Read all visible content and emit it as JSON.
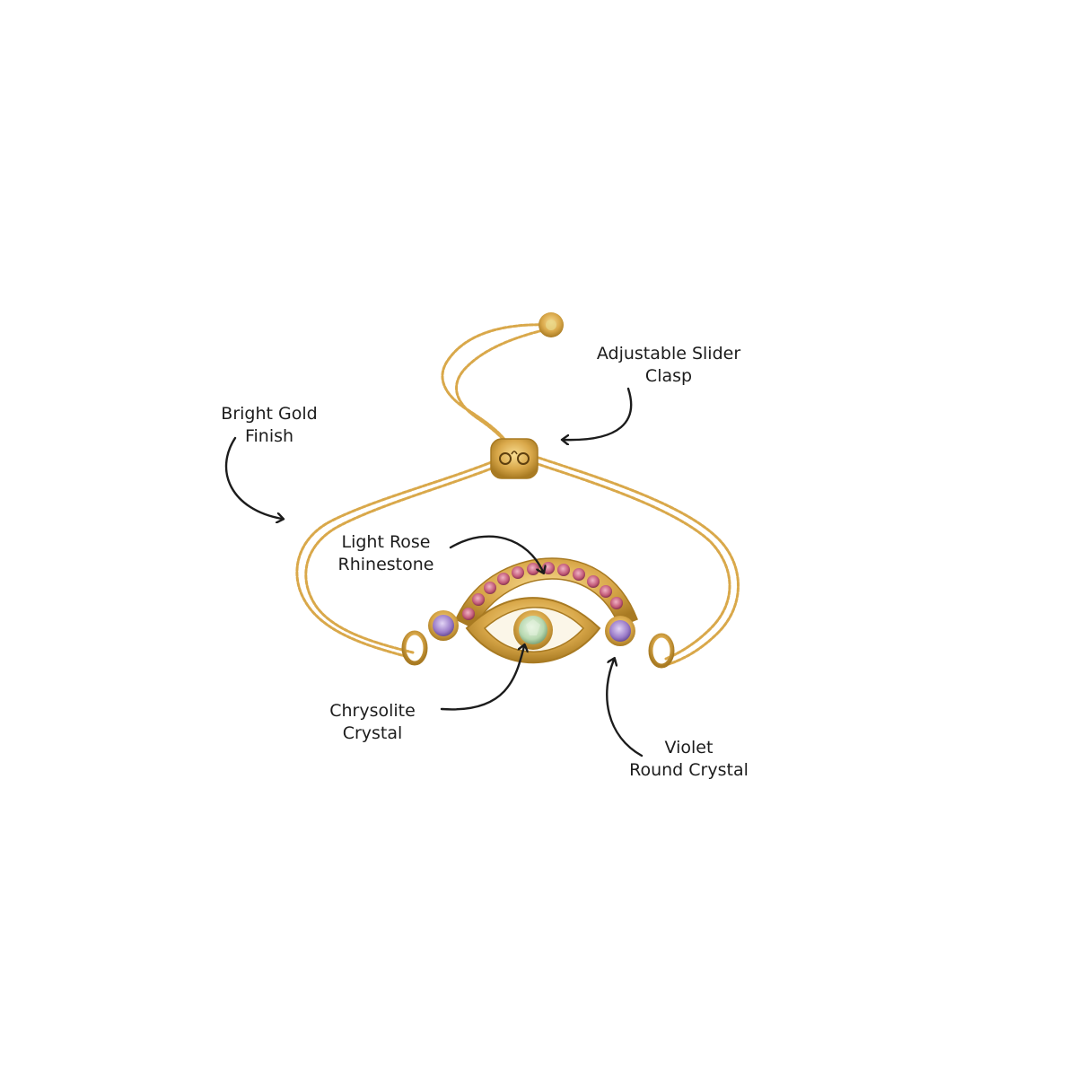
{
  "product": {
    "colors": {
      "background": "#ffffff",
      "gold": "#d9a84a",
      "gold_dark": "#a87a22",
      "rose": "#c25a78",
      "violet": "#9b7cc9",
      "chrysolite": "#b7d8b0",
      "ink": "#1c1c1c"
    }
  },
  "annotations": {
    "clasp": {
      "line1": "Adjustable Slider",
      "line2": "Clasp"
    },
    "gold": {
      "line1": "Bright Gold",
      "line2": "Finish"
    },
    "rose": {
      "line1": "Light Rose",
      "line2": "Rhinestone"
    },
    "chrysolite": {
      "line1": "Chrysolite",
      "line2": "Crystal"
    },
    "violet": {
      "line1": "Violet",
      "line2": "Round Crystal"
    }
  }
}
